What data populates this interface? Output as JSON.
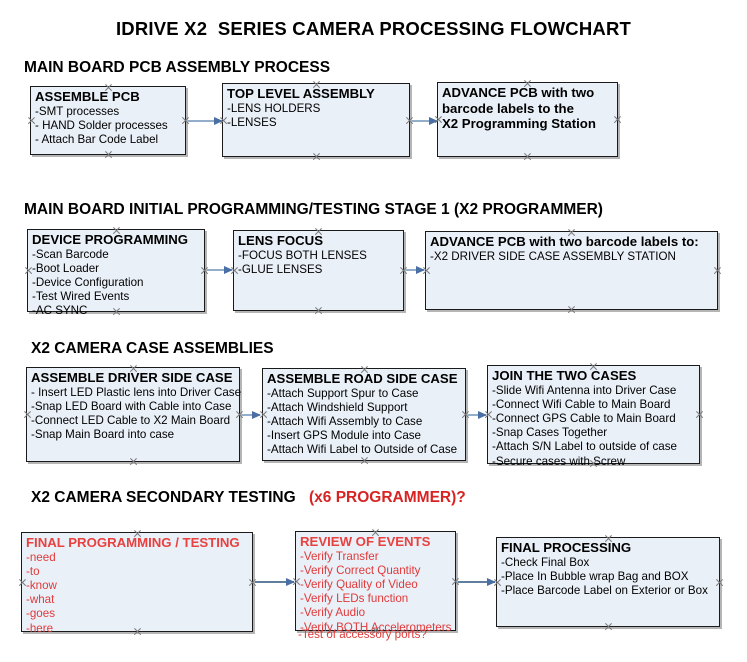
{
  "document": {
    "title": "IDRIVE X2  SERIES CAMERA PROCESSING FLOWCHART"
  },
  "sections": [
    {
      "id": "main-board-pcb-assembly-process",
      "heading": "MAIN BOARD PCB ASSEMBLY PROCESS",
      "heading_accent": "",
      "nodes": [
        {
          "id": "assemble-pcb",
          "title": "ASSEMBLE PCB",
          "lines": [
            "-SMT processes",
            "- HAND Solder processes",
            "- Attach Bar Code Label"
          ]
        },
        {
          "id": "top-level-assembly",
          "title": "TOP LEVEL ASSEMBLY",
          "lines": [
            "-LENS HOLDERS",
            "-LENSES"
          ]
        },
        {
          "id": "advance-pcb-to-x2-programming-station",
          "title": "ADVANCE PCB with two",
          "lines": [
            "barcode labels to the",
            " X2 Programming Station"
          ]
        }
      ]
    },
    {
      "id": "main-board-initial-programming-testing-stage-1",
      "heading": "MAIN BOARD INITIAL PROGRAMMING/TESTING STAGE 1 (X2 PROGRAMMER)",
      "heading_accent": "",
      "nodes": [
        {
          "id": "device-programming",
          "title": "DEVICE PROGRAMMING",
          "lines": [
            "-Scan Barcode",
            "-Boot Loader",
            "-Device Configuration",
            "-Test Wired Events",
            "-AC SYNC"
          ]
        },
        {
          "id": "lens-focus",
          "title": "LENS FOCUS",
          "lines": [
            "-FOCUS BOTH LENSES",
            "-GLUE LENSES"
          ]
        },
        {
          "id": "advance-pcb-to-driver-side-case-assembly",
          "title": "ADVANCE PCB with two barcode labels to:",
          "lines": [
            "-X2 DRIVER  SIDE  CASE  ASSEMBLY STATION"
          ]
        }
      ]
    },
    {
      "id": "x2-camera-case-assemblies",
      "heading": "X2 CAMERA CASE ASSEMBLIES",
      "heading_accent": "",
      "nodes": [
        {
          "id": "assemble-driver-side-case",
          "title": "ASSEMBLE DRIVER SIDE CASE",
          "lines": [
            "- Insert LED Plastic lens into Driver Case",
            "-Snap LED Board with Cable into Case",
            "-Connect LED Cable to X2 Main Board",
            "-Snap Main Board into case"
          ]
        },
        {
          "id": "assemble-road-side-case",
          "title": "ASSEMBLE ROAD SIDE CASE",
          "lines": [
            "-Attach Support Spur to Case",
            "-Attach Windshield Support",
            "-Attach Wifi Assembly to Case",
            "-Insert GPS Module into Case",
            "-Attach Wifi Label to Outside of Case"
          ]
        },
        {
          "id": "join-the-two-cases",
          "title": "JOIN THE TWO CASES",
          "lines": [
            "-Slide Wifi Antenna into Driver Case",
            "-Connect Wifi Cable to Main Board",
            "-Connect GPS Cable to Main Board",
            "-Snap Cases Together",
            "-Attach S/N Label to outside of case",
            "-Secure cases with Screw"
          ]
        }
      ]
    },
    {
      "id": "x2-camera-secondary-testing",
      "heading": "X2 CAMERA SECONDARY TESTING ",
      "heading_accent": "(x6 PROGRAMMER)?",
      "nodes": [
        {
          "id": "final-programming-testing",
          "title": "FINAL PROGRAMMING / TESTING",
          "lines": [
            "-need",
            "-to",
            "-know",
            "-what",
            "-goes",
            "-here"
          ]
        },
        {
          "id": "review-of-events",
          "title": "REVIEW OF EVENTS",
          "lines": [
            "-Verify Transfer",
            "-Verify Correct Quantity",
            "-Verify Quality of Video",
            "-Verify LEDs function",
            "-Verify Audio",
            "-Verify BOTH Accelerometers"
          ],
          "overflow_line": "-Test of accessory ports?"
        },
        {
          "id": "final-processing",
          "title": "FINAL PROCESSING",
          "lines": [
            " -Check Final Box",
            "-Place In Bubble wrap Bag and BOX",
            "-Place Barcode Label on Exterior or Box"
          ]
        }
      ]
    }
  ],
  "colors": {
    "node_fill": "#eaf0f8",
    "node_border": "#1a1a1a",
    "accent_red": "#e03a3a",
    "connector": "#93aecb",
    "arrowhead": "#4a6fa5"
  }
}
